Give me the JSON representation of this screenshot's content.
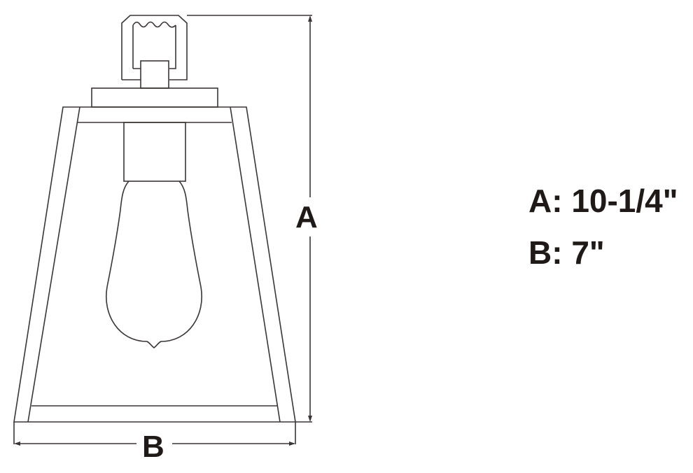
{
  "diagram": {
    "type": "dimension drawing",
    "subject": "lantern wall sconce with exposed bulb",
    "line_color": "#3a3635",
    "text_color": "#1f1a17",
    "background": "#ffffff"
  },
  "dimension_labels": {
    "a": "A",
    "b": "B"
  },
  "specs": [
    {
      "key": "A",
      "text": "A: 10-1/4\""
    },
    {
      "key": "B",
      "text": "B: 7\""
    }
  ]
}
